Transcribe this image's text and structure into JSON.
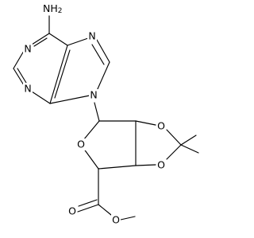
{
  "molecule": {
    "atoms": {
      "nh2": "NH",
      "nh2_sub": "2",
      "n_imid_top": "N",
      "n_pyr_left": "N",
      "n_pyr_bottom": "N",
      "n9": "N",
      "o_diox_top": "O",
      "o_diox_bottom": "O",
      "o_ring": "O",
      "o_carbonyl": "O",
      "o_ester": "O"
    }
  }
}
